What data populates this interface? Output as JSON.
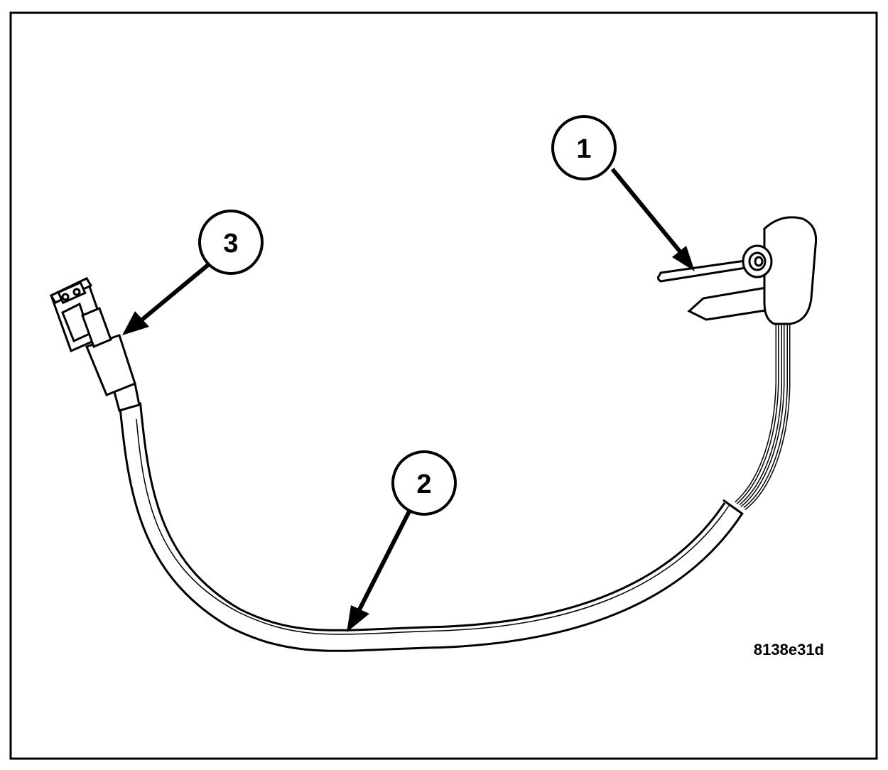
{
  "diagram": {
    "callouts": [
      {
        "id": "1",
        "label": "1"
      },
      {
        "id": "2",
        "label": "2"
      },
      {
        "id": "3",
        "label": "3"
      }
    ],
    "figure_id": "8138e31d"
  },
  "colors": {
    "line": "#000000",
    "background": "#ffffff",
    "part_fill": "#ffffff"
  }
}
